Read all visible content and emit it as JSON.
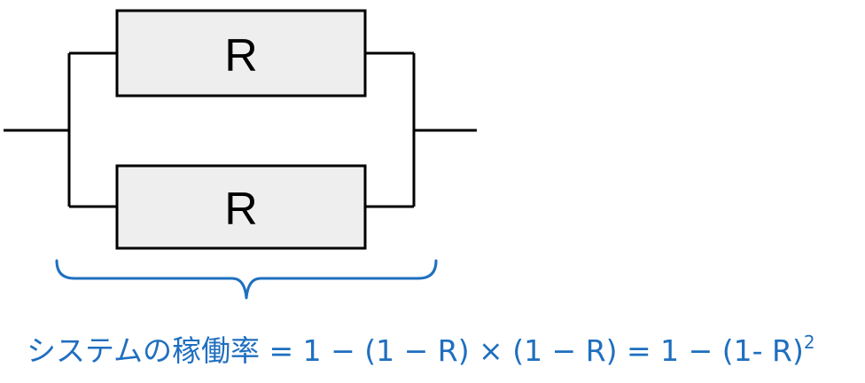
{
  "diagram": {
    "upper_block_label": "R",
    "lower_block_label": "R"
  },
  "formula": {
    "text": "システムの稼働率 = 1 − (1 − R) × (1 − R) = 1 − (1- R)",
    "exponent": "2"
  },
  "colors": {
    "line": "#000000",
    "block_fill": "#eeeeee",
    "accent_blue": "#1f6fbf"
  }
}
